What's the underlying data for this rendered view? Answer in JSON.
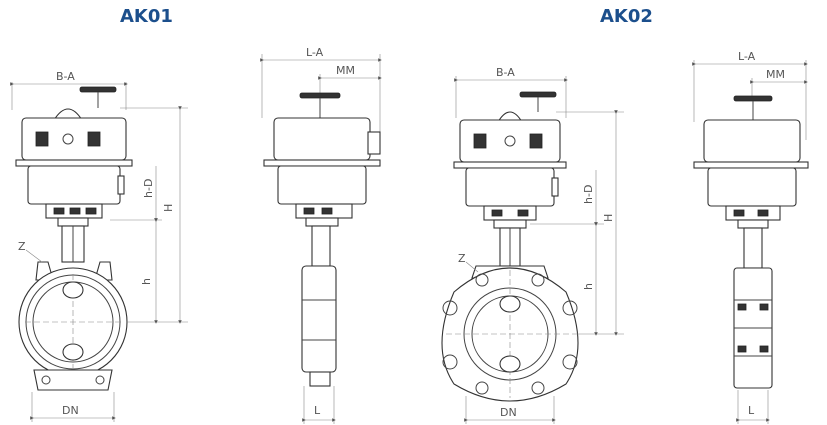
{
  "titles": {
    "left": "AK01",
    "right": "AK02"
  },
  "dimensions": {
    "ba": "B-A",
    "la": "L-A",
    "mm": "MM",
    "hd": "h-D",
    "H": "H",
    "h": "h",
    "z": "Z",
    "dn": "DN",
    "l": "L"
  },
  "colors": {
    "title": "#1c4f8c",
    "line": "#333333"
  }
}
